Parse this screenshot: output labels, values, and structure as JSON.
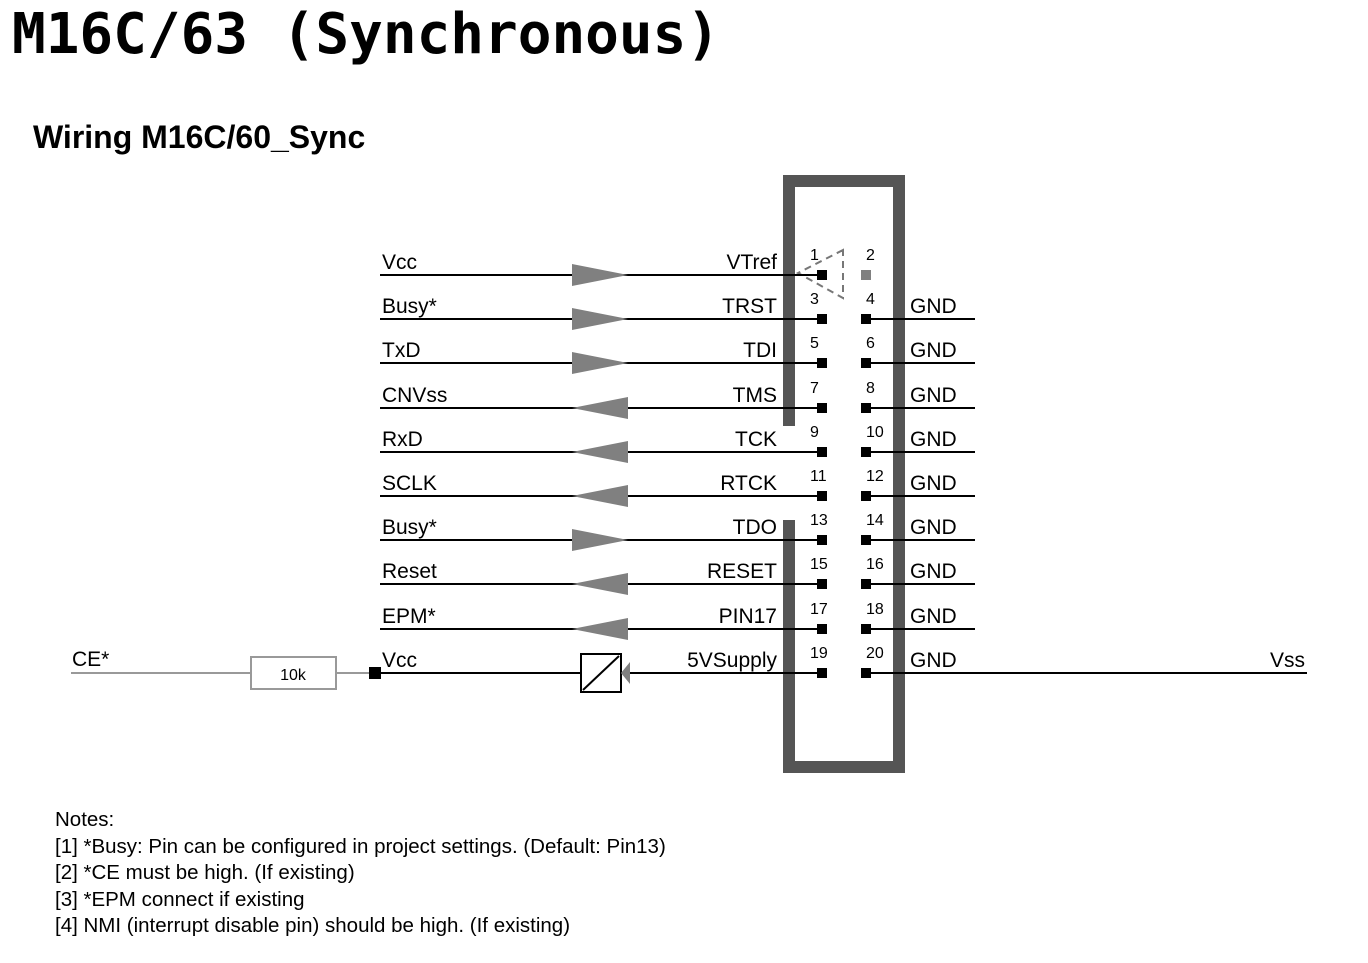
{
  "title": "M16C/63 (Synchronous)",
  "subtitle": "Wiring M16C/60_Sync",
  "colors": {
    "line": "#000000",
    "arrow": "#808080",
    "box": "#555555",
    "muted": "#999999"
  },
  "rows": [
    {
      "left": "Vcc",
      "right": "VTref",
      "pin_odd": "1",
      "pin_even": "2",
      "dir": "in",
      "gnd": ""
    },
    {
      "left": "Busy*",
      "right": "TRST",
      "pin_odd": "3",
      "pin_even": "4",
      "dir": "in",
      "gnd": "GND"
    },
    {
      "left": "TxD",
      "right": "TDI",
      "pin_odd": "5",
      "pin_even": "6",
      "dir": "in",
      "gnd": "GND"
    },
    {
      "left": "CNVss",
      "right": "TMS",
      "pin_odd": "7",
      "pin_even": "8",
      "dir": "out",
      "gnd": "GND"
    },
    {
      "left": "RxD",
      "right": "TCK",
      "pin_odd": "9",
      "pin_even": "10",
      "dir": "out",
      "gnd": "GND"
    },
    {
      "left": "SCLK",
      "right": "RTCK",
      "pin_odd": "11",
      "pin_even": "12",
      "dir": "out",
      "gnd": "GND"
    },
    {
      "left": "Busy*",
      "right": "TDO",
      "pin_odd": "13",
      "pin_even": "14",
      "dir": "in",
      "gnd": "GND"
    },
    {
      "left": "Reset",
      "right": "RESET",
      "pin_odd": "15",
      "pin_even": "16",
      "dir": "out",
      "gnd": "GND"
    },
    {
      "left": "EPM*",
      "right": "PIN17",
      "pin_odd": "17",
      "pin_even": "18",
      "dir": "out",
      "gnd": "GND"
    },
    {
      "left": "Vcc",
      "right": "5VSupply",
      "pin_odd": "19",
      "pin_even": "20",
      "dir": "supply",
      "gnd": "GND"
    }
  ],
  "ce_label": "CE*",
  "resistor_label": "10k",
  "vss_label": "Vss",
  "notes": [
    "Notes:",
    "[1] *Busy: Pin can be configured in project settings. (Default: Pin13)",
    "[2] *CE must be high. (If existing)",
    "[3] *EPM connect if existing",
    "[4] NMI (interrupt disable pin) should be high. (If existing)"
  ]
}
